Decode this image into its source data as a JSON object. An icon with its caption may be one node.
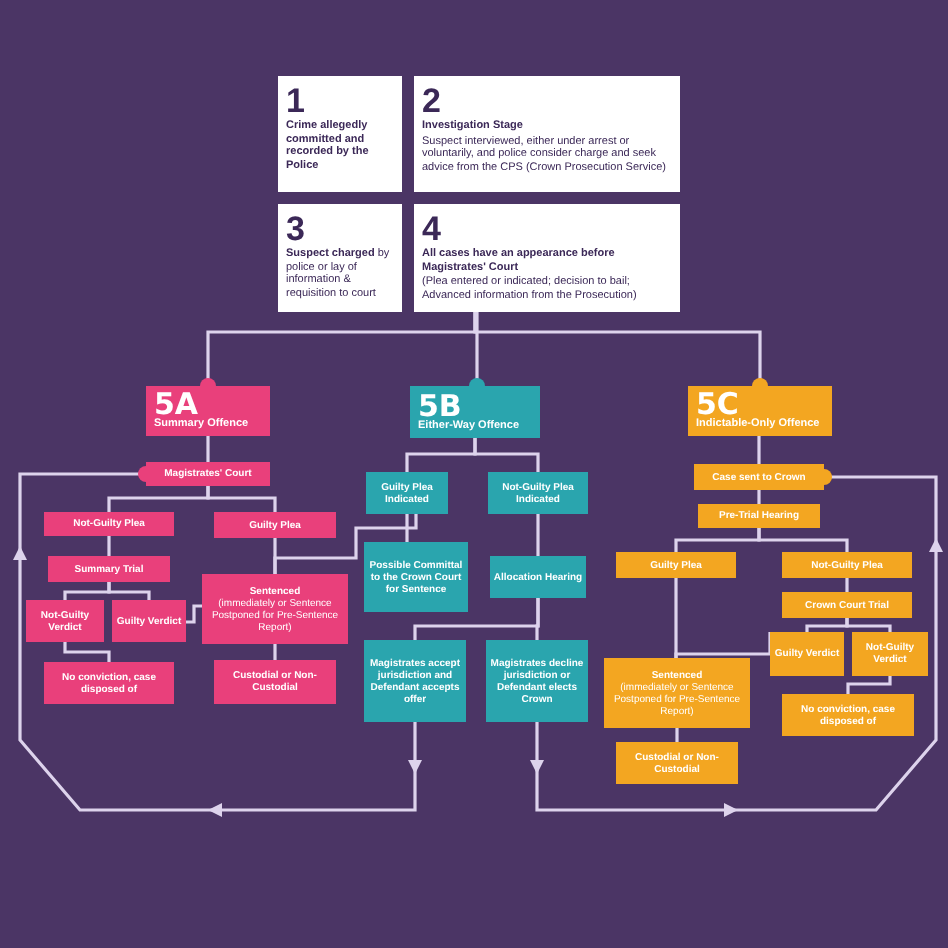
{
  "diagram": {
    "nodes": [
      {
        "text": [
          "1",
          "Crime allegedly committed and recorded by the Police"
        ]
      },
      {
        "text": [
          "2",
          "Investigation Stage",
          "Suspect interviewed, either under arrest or voluntarily, and police consider charge and seek advice from the CPS (Crown Prosecution Service)"
        ]
      },
      {
        "text": [
          "3",
          "**Suspect charged** by police or lay of information & requisition to court"
        ]
      },
      {
        "text": [
          "4",
          "All cases have an appearance before Magistrates' Court",
          "(Plea entered or indicated; decision to bail; Advanced information from the Prosecution)"
        ]
      },
      {
        "text": [
          "5A",
          "Summary Offence"
        ]
      },
      {
        "text": [
          "Magistrates' Court"
        ]
      },
      {
        "text": [
          "Not-Guilty Plea"
        ]
      },
      {
        "text": [
          "Guilty Plea"
        ]
      },
      {
        "text": [
          "Summary Trial"
        ]
      },
      {
        "text": [
          "Not-Guilty Verdict"
        ]
      },
      {
        "text": [
          "Guilty Verdict"
        ]
      },
      {
        "text": [
          "No conviction, case disposed of"
        ]
      },
      {
        "text": [
          "Sentenced",
          "(immediately or Sentence Postponed for Pre-Sentence Report)"
        ]
      },
      {
        "text": [
          "Custodial or Non-Custodial"
        ]
      },
      {
        "text": [
          "5B",
          "Either-Way Offence"
        ]
      },
      {
        "text": [
          "Guilty Plea Indicated"
        ]
      },
      {
        "text": [
          "Not-Guilty Plea Indicated"
        ]
      },
      {
        "text": [
          "Possible Committal to the Crown Court for Sentence"
        ]
      },
      {
        "text": [
          "Allocation Hearing"
        ]
      },
      {
        "text": [
          "Magistrates accept jurisdiction and Defendant accepts offer"
        ]
      },
      {
        "text": [
          "Magistrates decline jurisdiction or Defendant elects Crown"
        ]
      },
      {
        "text": [
          "5C",
          "Indictable-Only Offence"
        ]
      },
      {
        "text": [
          "Case sent to Crown"
        ]
      },
      {
        "text": [
          "Pre-Trial Hearing"
        ]
      },
      {
        "text": [
          "Guilty Plea"
        ]
      },
      {
        "text": [
          "Not-Guilty Plea"
        ]
      },
      {
        "text": [
          "Crown Court Trial"
        ]
      },
      {
        "text": [
          "Guilty Verdict"
        ]
      },
      {
        "text": [
          "Not-Guilty Verdict"
        ]
      },
      {
        "text": [
          "Sentenced",
          "(immediately or Sentence Postponed for Pre-Sentence Report)"
        ]
      },
      {
        "text": [
          "Custodial or Non-Custodial"
        ]
      },
      {
        "text": [
          "No conviction, case disposed of"
        ]
      }
    ],
    "edges": [
      {
        "from": 3,
        "to": 4,
        "arrow": "other"
      },
      {
        "from": 3,
        "to": 14,
        "arrow": "other"
      },
      {
        "from": 3,
        "to": 21,
        "arrow": "other"
      },
      {
        "from": 4,
        "to": 5,
        "arrow": "none"
      },
      {
        "from": 5,
        "to": 6,
        "arrow": "none"
      },
      {
        "from": 5,
        "to": 7,
        "arrow": "none"
      },
      {
        "from": 6,
        "to": 8,
        "arrow": "none"
      },
      {
        "from": 8,
        "to": 9,
        "arrow": "none"
      },
      {
        "from": 8,
        "to": 10,
        "arrow": "none"
      },
      {
        "from": 9,
        "to": 11,
        "arrow": "none"
      },
      {
        "from": 10,
        "to": 12,
        "arrow": "none"
      },
      {
        "from": 7,
        "to": 12,
        "arrow": "none"
      },
      {
        "from": 12,
        "to": 13,
        "arrow": "none"
      },
      {
        "from": 15,
        "to": 12,
        "arrow": "none"
      },
      {
        "from": 14,
        "to": 15,
        "arrow": "none"
      },
      {
        "from": 14,
        "to": 16,
        "arrow": "none"
      },
      {
        "from": 15,
        "to": 17,
        "arrow": "none"
      },
      {
        "from": 16,
        "to": 18,
        "arrow": "none"
      },
      {
        "from": 18,
        "to": 19,
        "arrow": "none"
      },
      {
        "from": 18,
        "to": 20,
        "arrow": "none"
      },
      {
        "from": 19,
        "to": 5,
        "arrow": "to"
      },
      {
        "from": 20,
        "to": 22,
        "arrow": "to"
      },
      {
        "from": 21,
        "to": 22,
        "arrow": "none"
      },
      {
        "from": 22,
        "to": 23,
        "arrow": "none"
      },
      {
        "from": 23,
        "to": 24,
        "arrow": "none"
      },
      {
        "from": 23,
        "to": 25,
        "arrow": "none"
      },
      {
        "from": 25,
        "to": 26,
        "arrow": "none"
      },
      {
        "from": 26,
        "to": 27,
        "arrow": "none"
      },
      {
        "from": 26,
        "to": 28,
        "arrow": "none"
      },
      {
        "from": 28,
        "to": 31,
        "arrow": "none"
      },
      {
        "from": 27,
        "to": 29,
        "arrow": "none"
      },
      {
        "from": 24,
        "to": 29,
        "arrow": "none"
      },
      {
        "from": 29,
        "to": 30,
        "arrow": "none"
      }
    ]
  }
}
